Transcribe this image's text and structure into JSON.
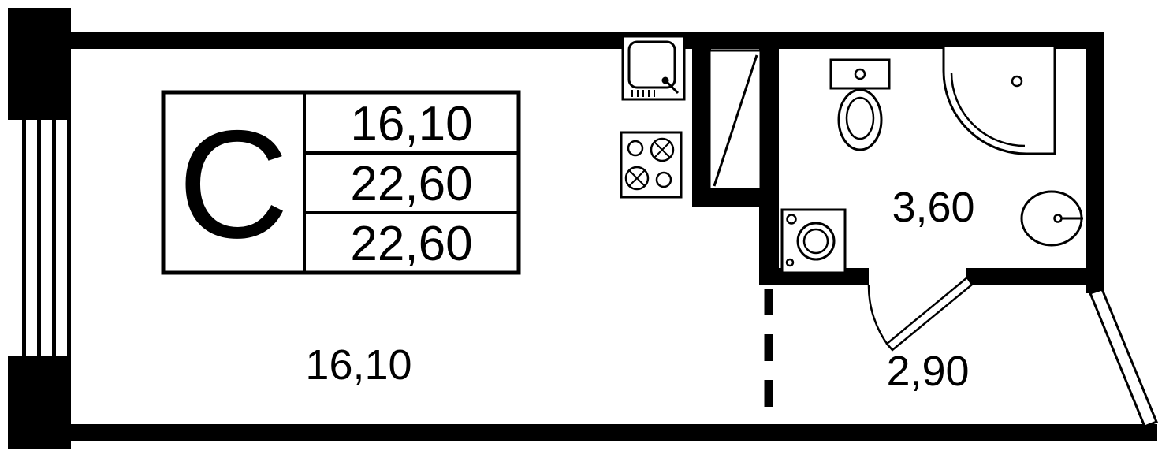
{
  "plan": {
    "unit_type_label": "С",
    "info_table": {
      "rows": [
        "16,10",
        "22,60",
        "22,60"
      ]
    },
    "room_labels": {
      "living_room_area": "16,10",
      "bathroom_area": "3,60",
      "hallway_area": "2,90"
    },
    "icons": [
      "window-icon",
      "kitchen-sink-icon",
      "stove-icon",
      "ventilation-shaft-icon",
      "toilet-icon",
      "corner-bathtub-icon",
      "washing-machine-icon",
      "bathroom-sink-icon",
      "bathroom-door-swing-icon",
      "entry-door-icon",
      "dashed-room-divider"
    ],
    "colors": {
      "wall": "#000000",
      "background": "#ffffff",
      "line": "#000000"
    }
  }
}
